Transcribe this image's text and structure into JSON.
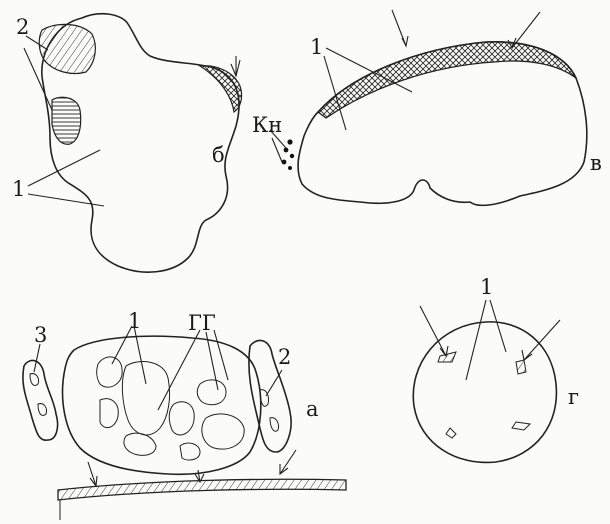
{
  "labels": {
    "b_letter": "б",
    "v_letter": "в",
    "a_letter": "а",
    "g_letter": "г",
    "b_one": "1",
    "b_two": "2",
    "v_one": "1",
    "v_kn": "Кн",
    "a_one": "1",
    "a_gg": "ГГ",
    "a_three": "3",
    "a_two": "2",
    "g_one": "1"
  }
}
